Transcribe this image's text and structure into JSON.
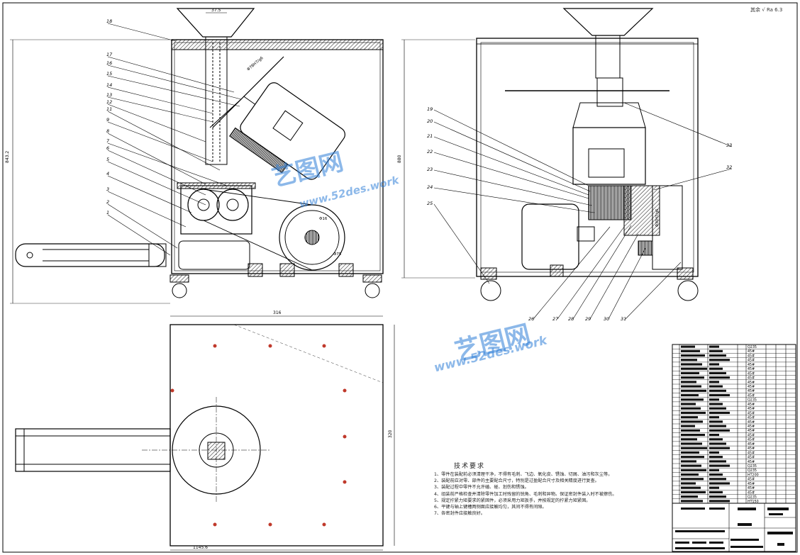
{
  "drawing": {
    "roughness_label": "其余",
    "roughness_value": "Ra 6.3"
  },
  "dimensions": {
    "front_top_width": "37.5",
    "front_height": "843.2",
    "right_height": "880",
    "plan_width": "316",
    "plan_height": "320",
    "plan_bottom": "1145.6",
    "front_shaft_fit": "Φ78H7/g6",
    "front_pulley": "Φ75",
    "front_bearing": "Φ16",
    "right_fit": "Φ30H7/g6"
  },
  "part_labels": {
    "front": [
      "18",
      "17",
      "16",
      "15",
      "14",
      "13",
      "12",
      "11",
      "9",
      "8",
      "7",
      "6",
      "5",
      "4",
      "3",
      "2",
      "1"
    ],
    "right_left": [
      "19",
      "20",
      "21",
      "22",
      "23",
      "24",
      "25"
    ],
    "right_right": [
      "33",
      "32"
    ],
    "right_bottom": [
      "26",
      "27",
      "28",
      "29",
      "30",
      "31"
    ]
  },
  "tech_requirements": {
    "title": "技术要求",
    "lines": [
      "1、零件在装配前必须清理干净，不得有毛刺、飞边、氧化皮、锈蚀、切屑、油污和灰尘等。",
      "2、装配前应对零、部件的主要配合尺寸，特别是过盈配合尺寸及相关精度进行复查。",
      "3、装配过程中零件不允许磕、碰、划伤和锈蚀。",
      "4、组装前严格检查并清除零件加工时残留的锐角、毛刺和异物。保证密封件装入时不被擦伤。",
      "5、规定拧紧力矩要求的紧固件，必须采用力矩扳手，并按规定的拧紧力矩紧固。",
      "6、平键与轴上键槽两侧面应接触均匀，其间不得有间隙。",
      "7、各密封件应接触良好。"
    ]
  },
  "watermark": {
    "brand": "艺图网",
    "site": "www.52des.work"
  },
  "bom_materials": [
    "Q235",
    "45#",
    "45#",
    "45#",
    "45#",
    "45#",
    "45#",
    "45#",
    "45#",
    "45#",
    "45#",
    "45#",
    "Q235",
    "45#",
    "45#",
    "45#",
    "45#",
    "45#",
    "45#",
    "45#",
    "45#",
    "45#",
    "45#",
    "45#",
    "45#",
    "45#",
    "45#",
    "Q235",
    "Q235",
    "HT200",
    "45#",
    "45#",
    "45#",
    "45#",
    "Q235",
    "HT150"
  ]
}
